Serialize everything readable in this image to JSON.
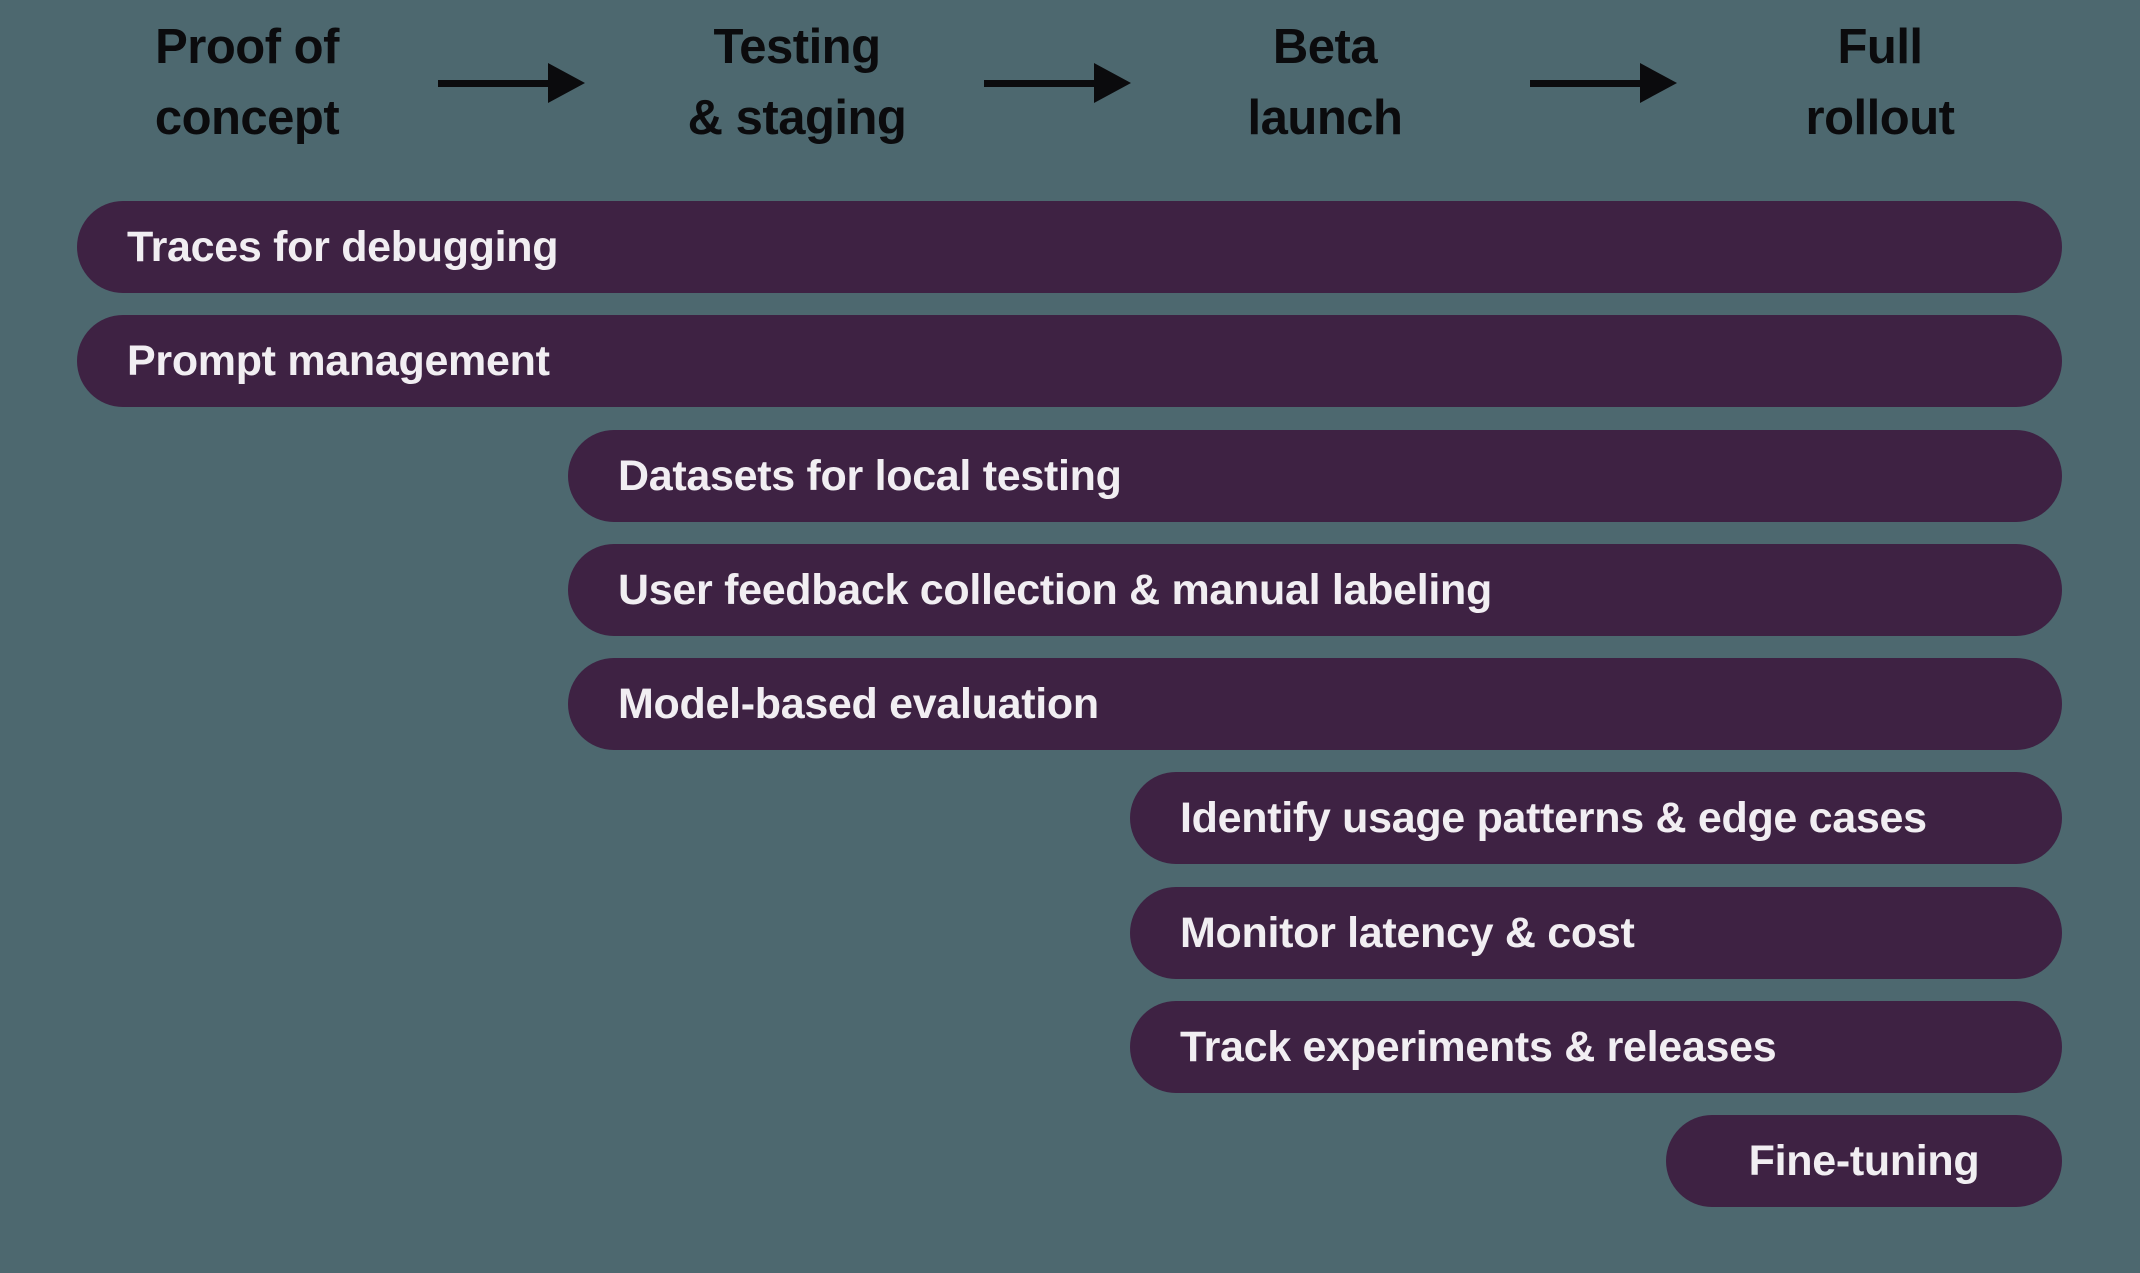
{
  "colors": {
    "background": "#4d686f",
    "bar": "#3e2243",
    "bar_text": "#f1eef2",
    "header_text": "#0b0b0d"
  },
  "phases": [
    {
      "id": "proof-of-concept",
      "line1": "Proof of",
      "line2": "concept"
    },
    {
      "id": "testing-staging",
      "line1": "Testing",
      "line2": "& staging"
    },
    {
      "id": "beta-launch",
      "line1": "Beta",
      "line2": "launch"
    },
    {
      "id": "full-rollout",
      "line1": "Full",
      "line2": "rollout"
    }
  ],
  "arrows": [
    {
      "from": "Proof of concept",
      "to": "Testing & staging",
      "direction": "right"
    },
    {
      "from": "Testing & staging",
      "to": "Beta launch",
      "direction": "right"
    },
    {
      "from": "Beta launch",
      "to": "Full rollout",
      "direction": "right"
    }
  ],
  "bars": [
    {
      "label": "Traces for debugging",
      "start_phase": "Proof of concept",
      "end_phase": "Full rollout"
    },
    {
      "label": "Prompt management",
      "start_phase": "Proof of concept",
      "end_phase": "Full rollout"
    },
    {
      "label": "Datasets for local testing",
      "start_phase": "Testing & staging",
      "end_phase": "Full rollout"
    },
    {
      "label": "User feedback collection & manual labeling",
      "start_phase": "Testing & staging",
      "end_phase": "Full rollout"
    },
    {
      "label": "Model-based evaluation",
      "start_phase": "Testing & staging",
      "end_phase": "Full rollout"
    },
    {
      "label": "Identify usage patterns & edge cases",
      "start_phase": "Beta launch",
      "end_phase": "Full rollout"
    },
    {
      "label": "Monitor latency & cost",
      "start_phase": "Beta launch",
      "end_phase": "Full rollout"
    },
    {
      "label": "Track experiments & releases",
      "start_phase": "Beta launch",
      "end_phase": "Full rollout"
    },
    {
      "label": "Fine-tuning",
      "start_phase": "Full rollout",
      "end_phase": "Full rollout"
    }
  ]
}
